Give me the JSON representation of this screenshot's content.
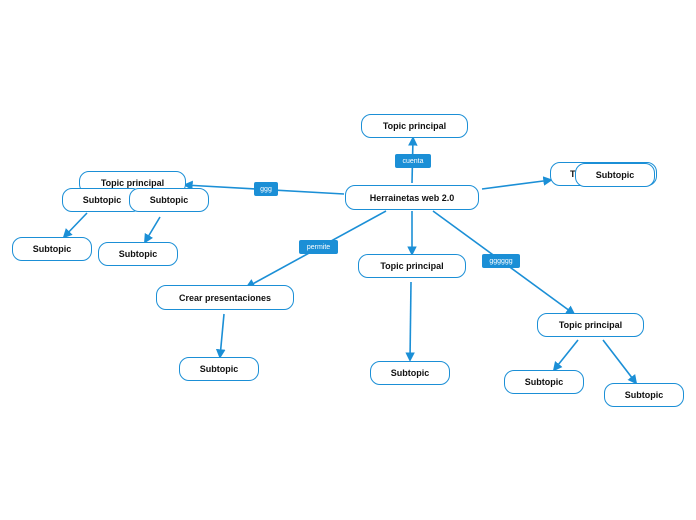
{
  "diagram": {
    "nodes": {
      "center": "Herrainetas web 2.0",
      "top": "Topic principal",
      "left_topic": "Topic principal",
      "left_sub1": "Subtopic",
      "left_sub2": "Subtopic",
      "left_sub3": "Subtopic",
      "left_sub4": "Subtopic",
      "right_topic": "Topic principal",
      "right_sub": "Subtopic",
      "crear": "Crear presentaciones",
      "crear_sub": "Subtopic",
      "mid_topic": "Topic principal",
      "mid_sub": "Subtopic",
      "br_topic": "Topic principal",
      "br_sub1": "Subtopic",
      "br_sub2": "Subtopic"
    },
    "labels": {
      "cuenta": "cuenta",
      "ggg": "ggg",
      "permite": "permite",
      "gggggg": "gggggg"
    },
    "colors": {
      "accent": "#1b8fd6",
      "text": "#111111",
      "background": "#ffffff"
    }
  }
}
